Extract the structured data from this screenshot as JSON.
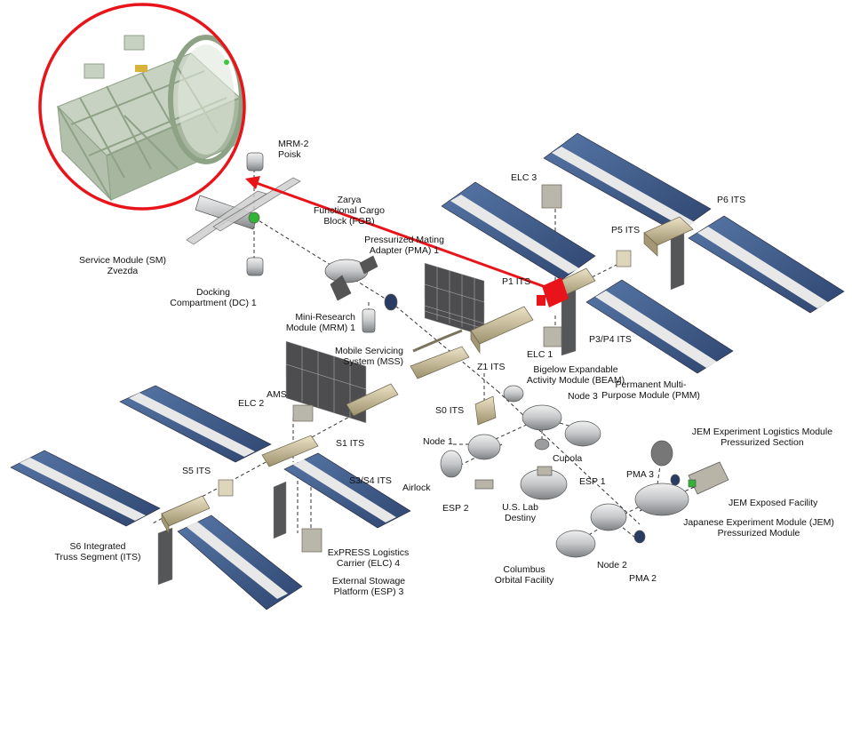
{
  "labels": {
    "mrm2": "MRM-2\nPoisk",
    "zarya": "Zarya\nFunctional Cargo\nBlock (FGB)",
    "pma1": "Pressurized Mating\nAdapter (PMA) 1",
    "elc3": "ELC 3",
    "p6": "P6 ITS",
    "p5": "P5 ITS",
    "sm": "Service Module (SM)\nZvezda",
    "dc1": "Docking\nCompartment (DC) 1",
    "p1": "P1 ITS",
    "p3p4": "P3/P4 ITS",
    "mrm1": "Mini-Research\nModule (MRM) 1",
    "elc1": "ELC 1",
    "mss": "Mobile Servicing\nSystem (MSS)",
    "z1": "Z1 ITS",
    "beam": "Bigelow Expandable\nActivity Module (BEAM)",
    "node3": "Node 3",
    "pmm": "Permanent Multi-\nPurpose Module (PMM)",
    "ams": "AMS",
    "elc2": "ELC 2",
    "s0": "S0 ITS",
    "s1": "S1 ITS",
    "node1": "Node 1",
    "cupola": "Cupola",
    "jemels": "JEM Experiment Logistics Module\nPressurized Section",
    "s5": "S5 ITS",
    "s3s4": "S3/S4 ITS",
    "airlock": "Airlock",
    "esp1": "ESP 1",
    "pma3": "PMA 3",
    "jemef": "JEM Exposed Facility",
    "esp2": "ESP 2",
    "uslab": "U.S. Lab\nDestiny",
    "jempm": "Japanese Experiment Module (JEM)\nPressurized Module",
    "s6": "S6 Integrated\nTruss Segment (ITS)",
    "elc4": "ExPRESS Logistics\nCarrier (ELC) 4",
    "esp3": "External Stowage\nPlatform (ESP) 3",
    "columbus": "Columbus\nOrbital Facility",
    "node2": "Node 2",
    "pma2": "PMA 2"
  },
  "colors": {
    "solar_panel": "#3f5a86",
    "truss": "#c8bb96",
    "module": "#c9cbcd",
    "highlight": "#e8141a",
    "callout_frame": "#aebfa8"
  }
}
